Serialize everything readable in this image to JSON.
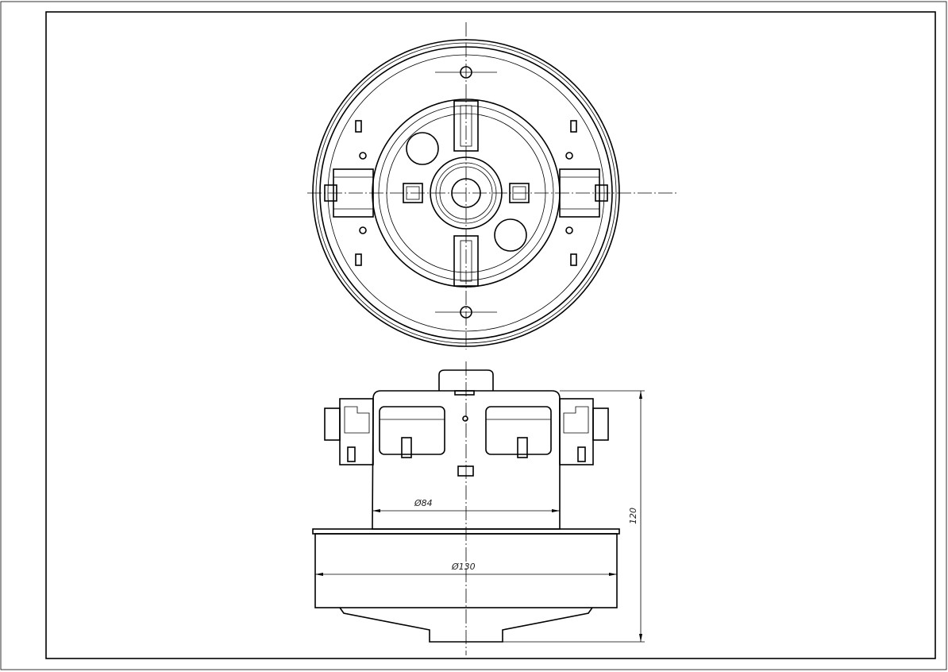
{
  "drawing": {
    "dimensions": {
      "body_diameter": "Ø84",
      "housing_diameter": "Ø130",
      "overall_height": "120"
    }
  }
}
